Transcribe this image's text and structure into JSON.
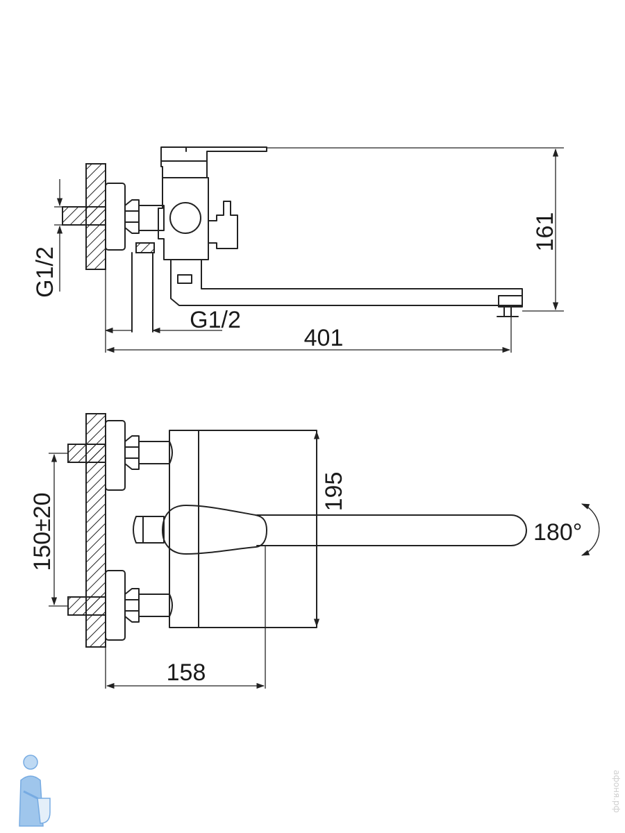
{
  "dimensions": {
    "side_height": "161",
    "side_length": "401",
    "inlet_thread_left": "G1/2",
    "inlet_thread_bottom": "G1/2",
    "front_height": "195",
    "front_spacing": "150±20",
    "front_depth": "158",
    "swivel_angle": "180°"
  },
  "watermark": {
    "text": "афоня.рф",
    "logo_icon": "plumber-mascot-icon"
  },
  "colors": {
    "line": "#222222",
    "watermark_logo": "#4a90d9"
  }
}
